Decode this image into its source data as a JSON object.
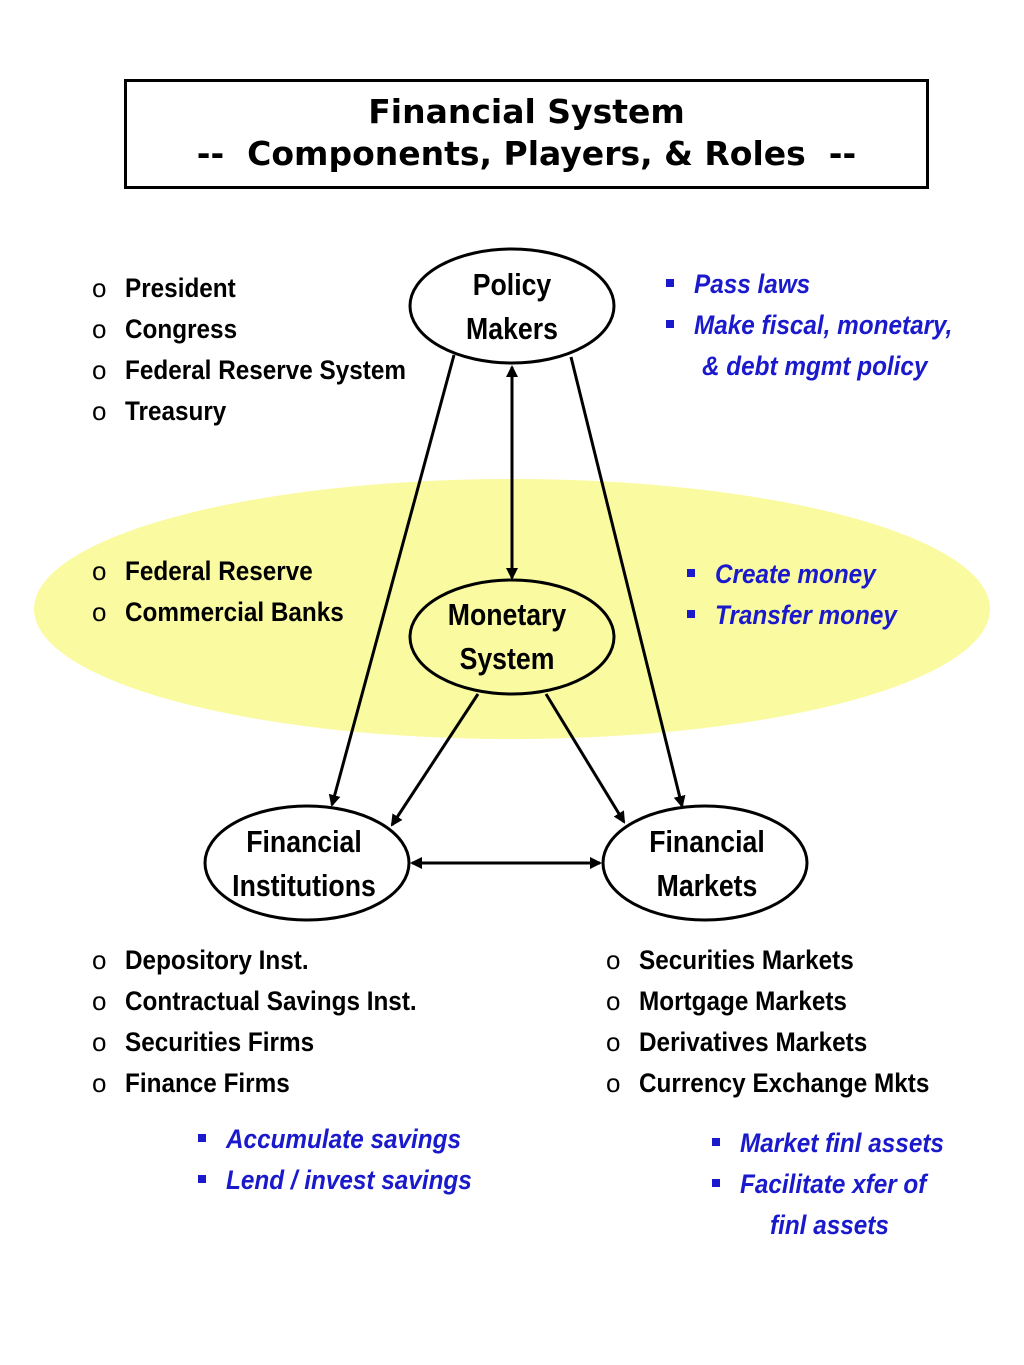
{
  "title": {
    "line1": "Financial System",
    "line2": "--  Components, Players, & Roles  --"
  },
  "colors": {
    "highlight_ellipse": "#fafaa0",
    "role_text": "#1a1acc",
    "outline": "#000000"
  },
  "nodes": {
    "policy_makers": {
      "line1": "Policy",
      "line2": "Makers"
    },
    "monetary_system": {
      "line1": "Monetary",
      "line2": "System"
    },
    "financial_institutions": {
      "line1": "Financial",
      "line2": "Institutions"
    },
    "financial_markets": {
      "line1": "Financial",
      "line2": "Markets"
    }
  },
  "bullet_marker": "o",
  "players": {
    "policy_makers": [
      "President",
      "Congress",
      "Federal Reserve System",
      "Treasury"
    ],
    "monetary_system": [
      "Federal Reserve",
      "Commercial Banks"
    ],
    "financial_institutions": [
      "Depository Inst.",
      "Contractual Savings Inst.",
      "Securities Firms",
      "Finance Firms"
    ],
    "financial_markets": [
      "Securities Markets",
      "Mortgage Markets",
      "Derivatives Markets",
      "Currency Exchange Mkts"
    ]
  },
  "roles": {
    "policy_makers": [
      "Pass laws",
      "Make fiscal, monetary,",
      "& debt mgmt policy"
    ],
    "monetary_system": [
      "Create money",
      "Transfer money"
    ],
    "financial_institutions": [
      "Accumulate savings",
      "Lend / invest savings"
    ],
    "financial_markets": [
      "Market finl assets",
      "Facilitate xfer of",
      "finl assets"
    ]
  }
}
